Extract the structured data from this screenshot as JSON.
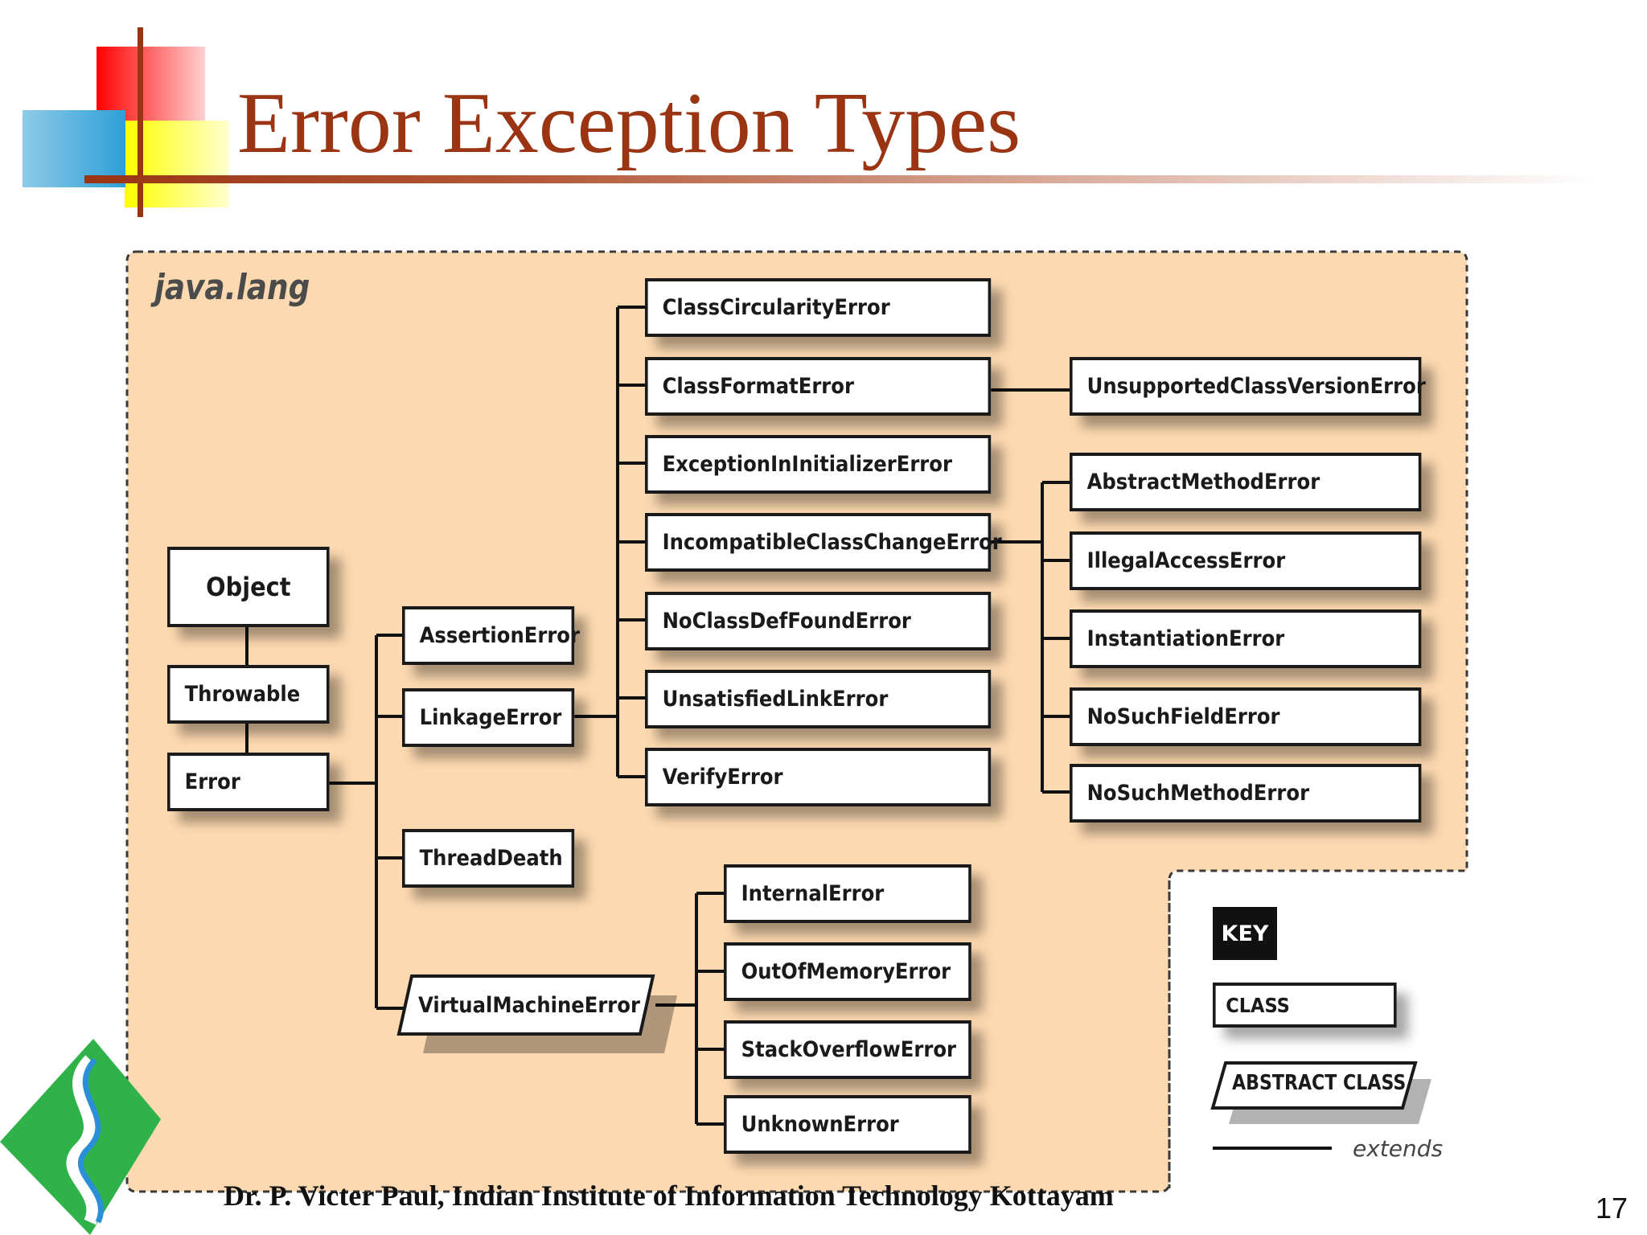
{
  "slide": {
    "title": "Error Exception Types",
    "footer": "Dr. P. Victer Paul, Indian Institute of Information Technology Kottayam",
    "page_number": "17"
  },
  "diagram": {
    "package": "java.lang",
    "nodes": {
      "object": "Object",
      "throwable": "Throwable",
      "error": "Error",
      "assertion_error": "AssertionError",
      "linkage_error": "LinkageError",
      "thread_death": "ThreadDeath",
      "virtual_machine_error": "VirtualMachineError",
      "class_circularity_error": "ClassCircularityError",
      "class_format_error": "ClassFormatError",
      "exception_in_initializer_error": "ExceptionInInitializerError",
      "incompatible_class_change_error": "IncompatibleClassChangeError",
      "no_class_def_found_error": "NoClassDefFoundError",
      "unsatisfied_link_error": "UnsatisfiedLinkError",
      "verify_error": "VerifyError",
      "unsupported_class_version_error": "UnsupportedClassVersionError",
      "abstract_method_error": "AbstractMethodError",
      "illegal_access_error": "IllegalAccessError",
      "instantiation_error": "InstantiationError",
      "no_such_field_error": "NoSuchFieldError",
      "no_such_method_error": "NoSuchMethodError",
      "internal_error": "InternalError",
      "out_of_memory_error": "OutOfMemoryError",
      "stack_overflow_error": "StackOverflowError",
      "unknown_error": "UnknownError"
    },
    "key": {
      "badge": "KEY",
      "class_label": "CLASS",
      "abstract_class_label": "ABSTRACT CLASS",
      "extends_label": "extends"
    }
  },
  "colors": {
    "title": "#9a3412",
    "panel_fill": "#fcd9b0",
    "node_border": "#1a1a1a",
    "logo_green": "#2fb24a",
    "logo_blue": "#2a8fd6"
  }
}
